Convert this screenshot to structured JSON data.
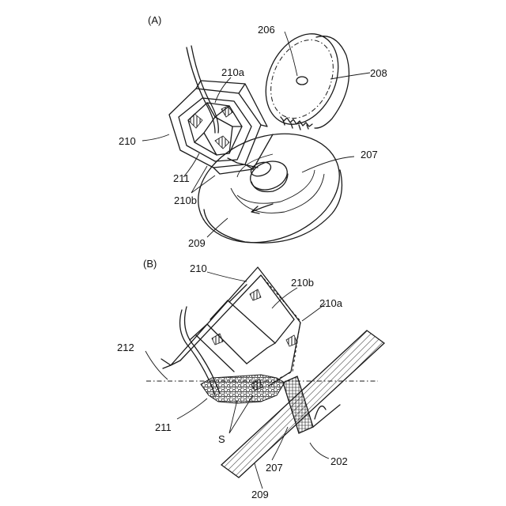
{
  "panel_a": {
    "title": "(A)",
    "labels": {
      "ref_206": "206",
      "ref_208": "208",
      "ref_210a": "210a",
      "ref_210": "210",
      "ref_207": "207",
      "ref_211": "211",
      "ref_210b": "210b",
      "ref_209": "209"
    }
  },
  "panel_b": {
    "title": "(B)",
    "labels": {
      "ref_210": "210",
      "ref_210b": "210b",
      "ref_210a": "210a",
      "ref_212": "212",
      "ref_211": "211",
      "ref_S": "S",
      "ref_207": "207",
      "ref_202": "202",
      "ref_209": "209"
    }
  }
}
